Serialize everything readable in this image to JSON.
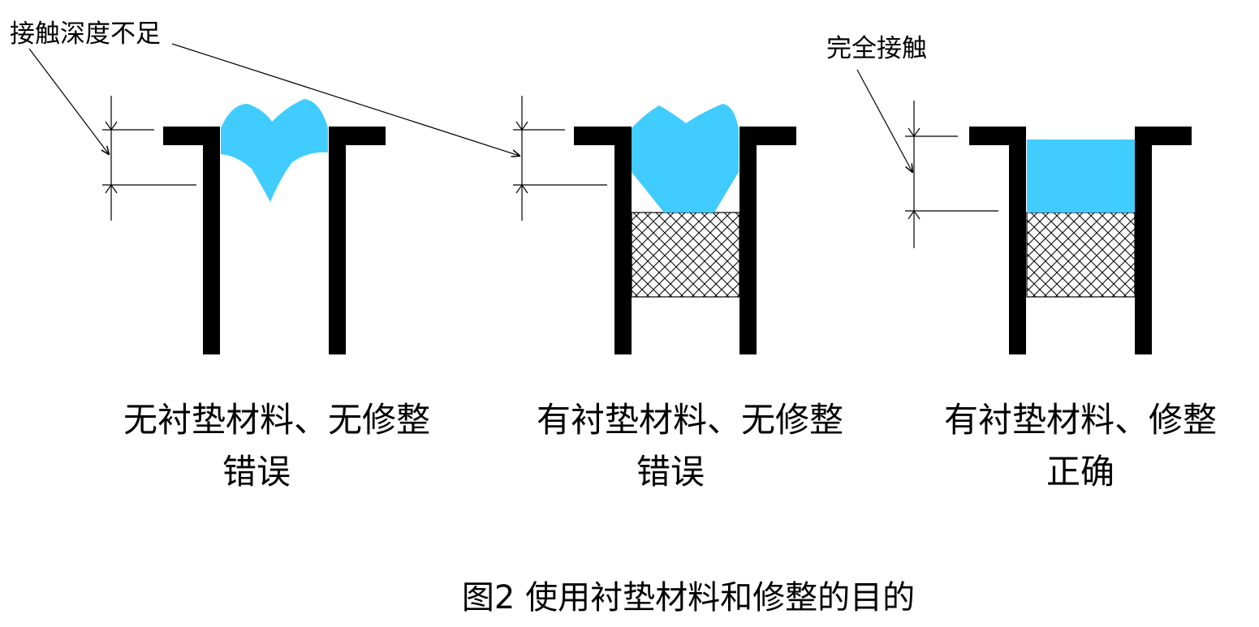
{
  "annotations": {
    "insufficient_depth": "接触深度不足",
    "full_contact": "完全接触"
  },
  "panels": [
    {
      "condition": "无衬垫材料、无修整",
      "result": "错误"
    },
    {
      "condition": "有衬垫材料、无修整",
      "result": "错误"
    },
    {
      "condition": "有衬垫材料、修整",
      "result": "正确"
    }
  ],
  "figure_caption": "图2 使用衬垫材料和修整的目的",
  "colors": {
    "fluid": "#40ccff",
    "structure": "#000000",
    "background": "#ffffff"
  }
}
